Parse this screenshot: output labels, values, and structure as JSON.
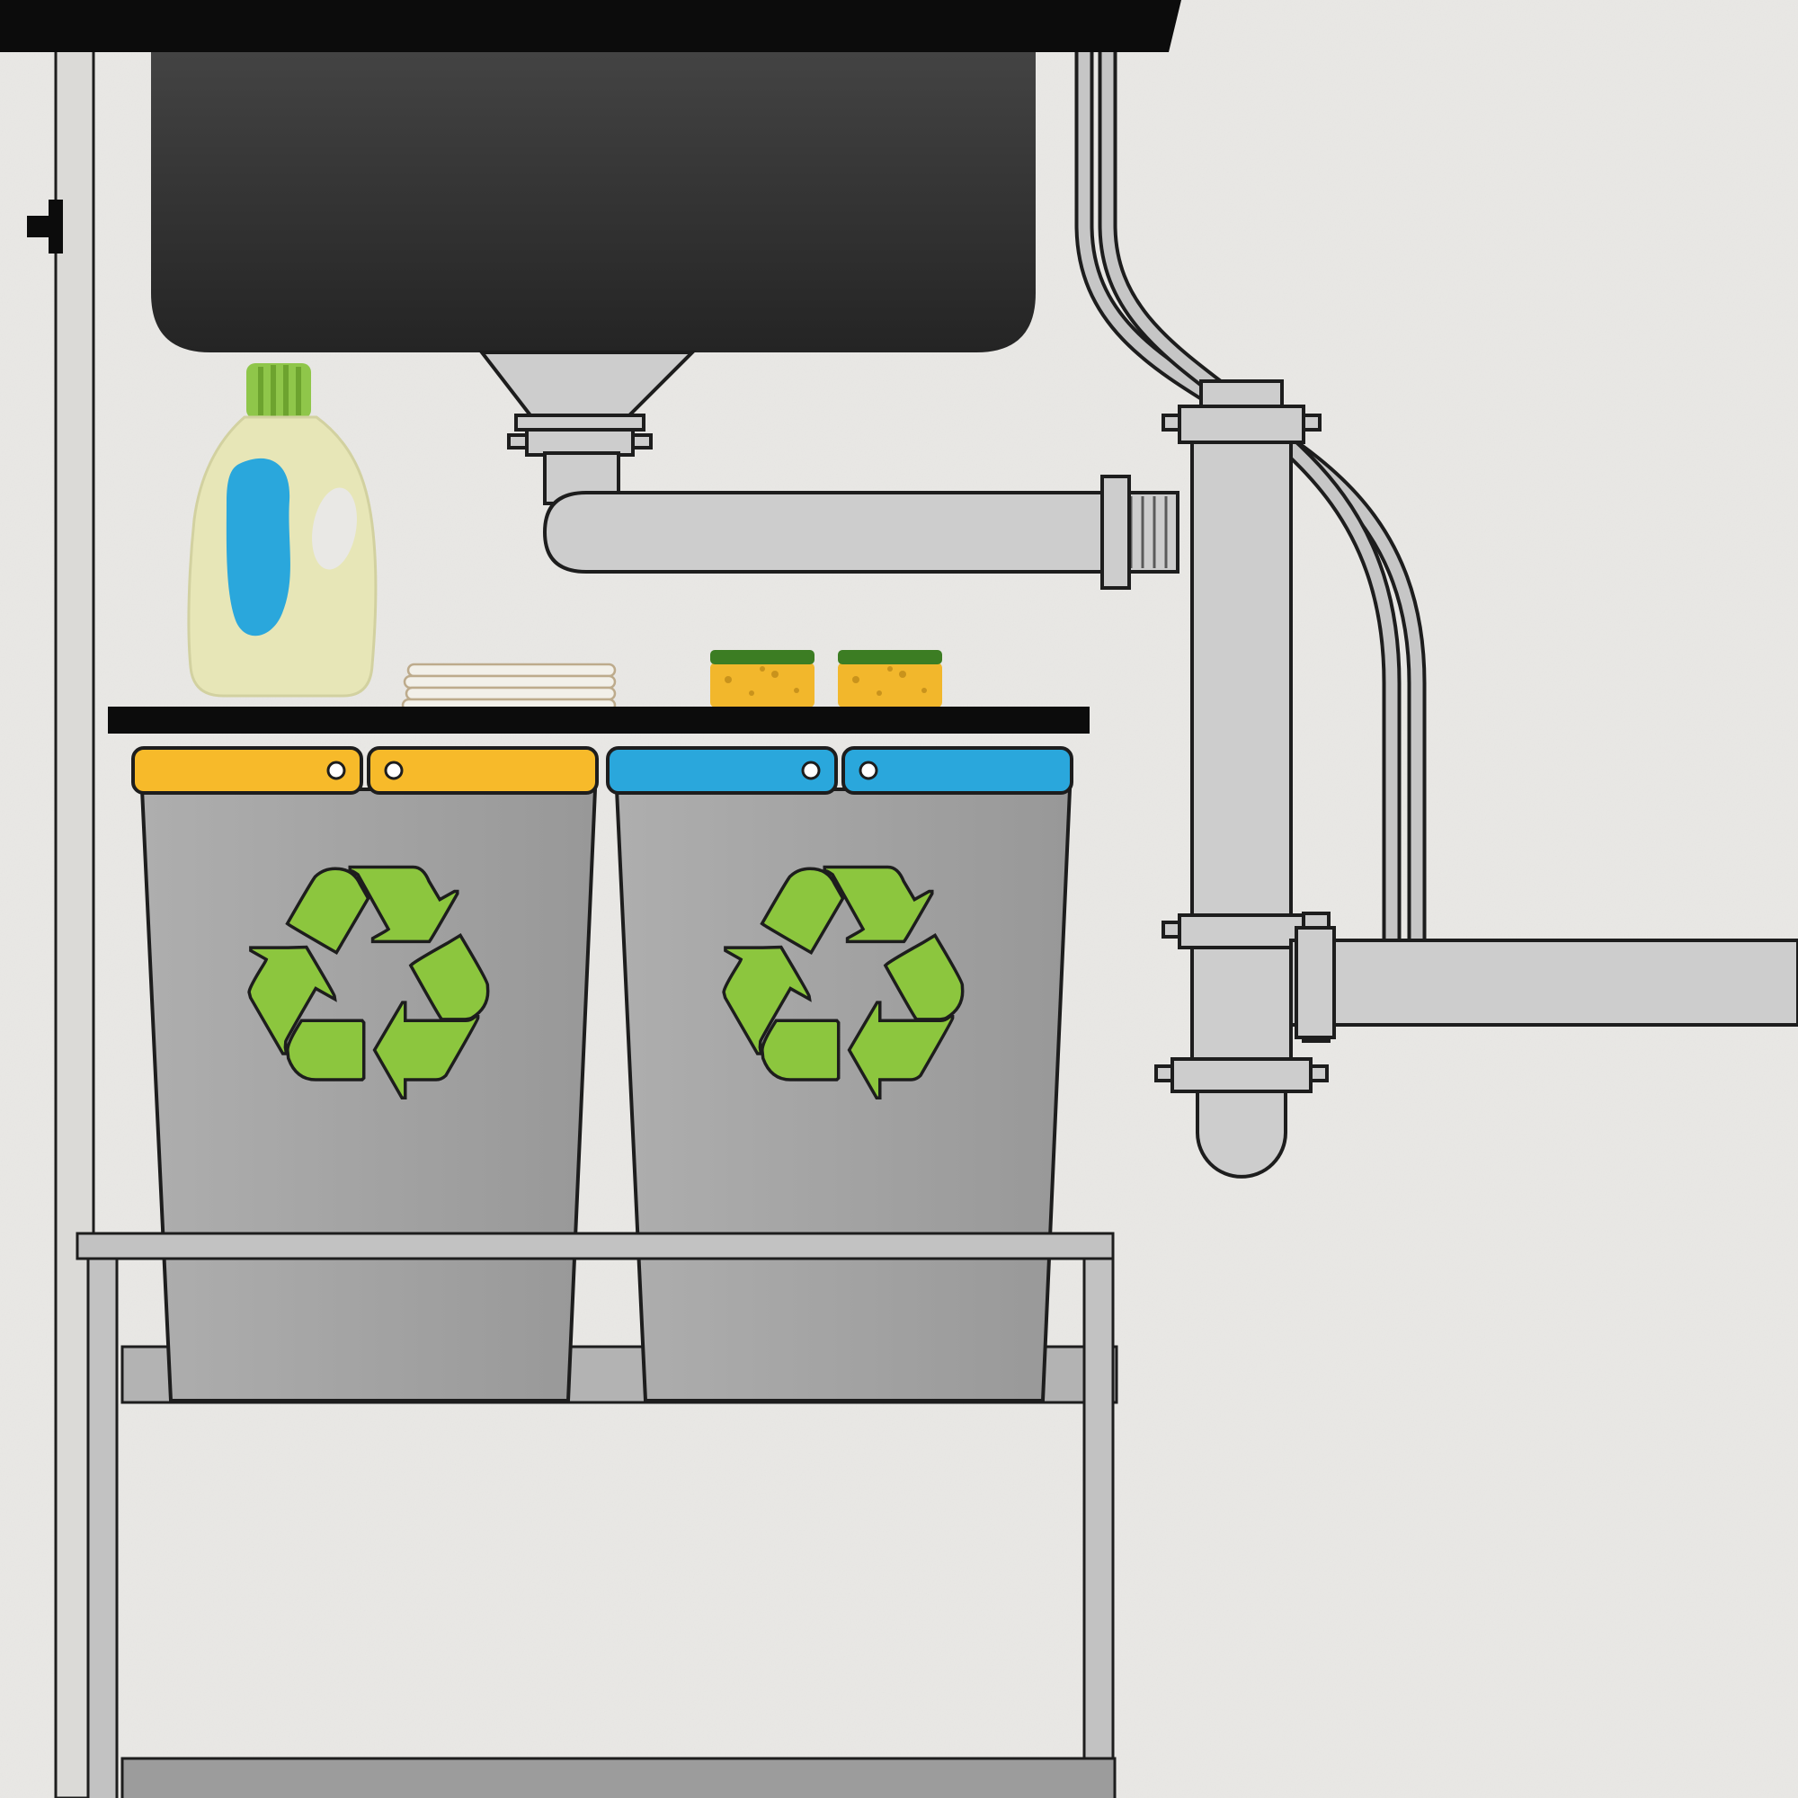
{
  "scene": {
    "description": "Flat vector illustration of the inside of an under-sink kitchen cabinet: dark sink basin with drain plumbing and P-trap, two flexible supply hoses, a detergent bottle, a stack of plates, two sponges on a black shelf, two gray recycling bins (one with a yellow rim, one with a blue rim) each bearing a green recycling symbol, and a pull-out rack frame at the bottom.",
    "objects": [
      "sink-basin",
      "drain-funnel",
      "drain-horizontal-pipe",
      "main-drain-pipe",
      "p-trap",
      "branch-pipe",
      "supply-hoses",
      "countertop-bar",
      "cabinet-frame",
      "door-hinge",
      "detergent-bottle",
      "plate-stack",
      "sponges",
      "storage-shelf",
      "recycling-bin-yellow",
      "recycling-bin-blue",
      "pull-out-rack"
    ]
  },
  "symbols": {
    "recycle_glyph": "♻"
  },
  "colors": {
    "wall": "#e9e8e5",
    "trim_black": "#0c0c0c",
    "frame_gray": "#dbdad7",
    "sink_top": "#454545",
    "sink_bottom": "#242424",
    "pipe_gray": "#cdcdcd",
    "outline": "#1d1d1d",
    "hose_gray": "#c6c6c6",
    "bottle_body": "#e7e6b7",
    "bottle_body_edge": "#d2d1a0",
    "bottle_cap": "#8fc64a",
    "bottle_cap_stripe": "#6da32f",
    "bottle_label": "#2aa7dc",
    "plate": "#f2f0e9",
    "plate_line": "#bdab8c",
    "sponge_body": "#f2b72c",
    "sponge_top": "#3c7d23",
    "sponge_speck": "#c9931c",
    "bin_light": "#aeaeae",
    "bin_dark": "#989898",
    "band_yellow": "#f7ba2a",
    "band_blue": "#2aa7dc",
    "recycle_green": "#8cc63e",
    "rack_gray": "#c2c2c2",
    "board_gray": "#b3b3b3",
    "bottom_gray": "#9c9c9c",
    "rivet_white": "#ffffff"
  }
}
